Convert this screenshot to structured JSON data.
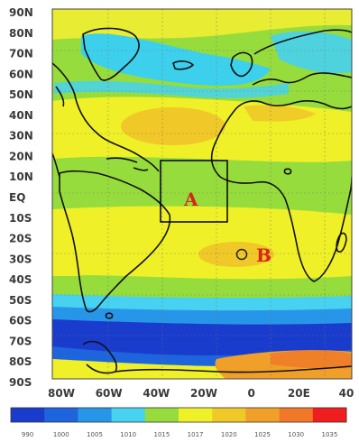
{
  "map": {
    "lat_labels": [
      "90N",
      "80N",
      "70N",
      "60N",
      "50N",
      "40N",
      "30N",
      "20N",
      "10N",
      "EQ",
      "10S",
      "20S",
      "30S",
      "40S",
      "50S",
      "60S",
      "70S",
      "80S",
      "90S"
    ],
    "lon_labels": [
      "80W",
      "60W",
      "40W",
      "20W",
      "0",
      "20E",
      "40"
    ],
    "markers": [
      {
        "id": "A",
        "label": "A"
      },
      {
        "id": "B",
        "label": "B"
      }
    ]
  },
  "colorbar": {
    "colors": [
      "#1a3ccc",
      "#1e64dc",
      "#2896e8",
      "#46d2f0",
      "#96dc3c",
      "#f0f028",
      "#f0c828",
      "#f0a028",
      "#f07828",
      "#f01e1e"
    ],
    "labels": [
      "990",
      "1000",
      "1005",
      "1010",
      "1015",
      "1017",
      "1020",
      "1025",
      "1030",
      "1035"
    ]
  }
}
